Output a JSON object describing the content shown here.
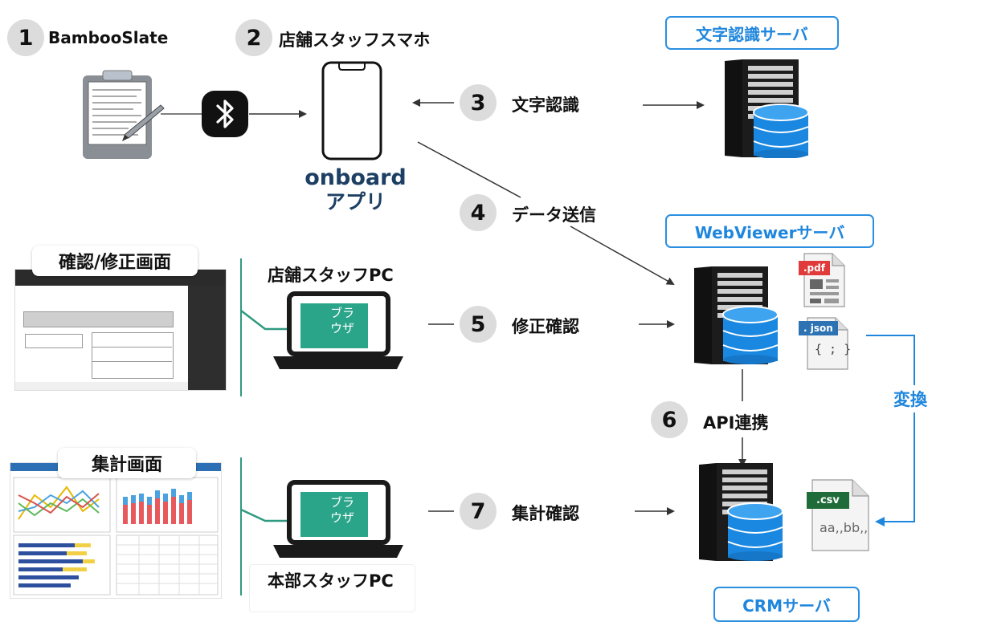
{
  "steps": [
    {
      "num": "1",
      "label": "BambooSlate"
    },
    {
      "num": "2",
      "label": "店舗スタッフスマホ"
    },
    {
      "num": "3",
      "label": "文字認識"
    },
    {
      "num": "4",
      "label": "データ送信"
    },
    {
      "num": "5",
      "label": "修正確認"
    },
    {
      "num": "6",
      "label": "API連携"
    },
    {
      "num": "7",
      "label": "集計確認"
    }
  ],
  "servers": {
    "ocr": "文字認識サーバ",
    "webviewer": "WebViewerサーバ",
    "crm": "CRMサーバ"
  },
  "app": {
    "line1": "onboard",
    "line2": "アプリ"
  },
  "screens": {
    "confirm": "確認/修正画面",
    "summary": "集計画面"
  },
  "pcs": {
    "store": "店舗スタッフPC",
    "hq": "本部スタッフPC",
    "browser_line1": "ブラ",
    "browser_line2": "ウザ"
  },
  "files": {
    "pdf": ".pdf",
    "json": ". json",
    "json_body": "{ ; }",
    "csv": ".csv",
    "csv_body": "aa,,bb,,"
  },
  "convert": "変換",
  "colors": {
    "accent": "#1f86dd",
    "teal": "#2f9a7f",
    "server_blue": "#1a88e0",
    "navy": "#1d3f63"
  }
}
